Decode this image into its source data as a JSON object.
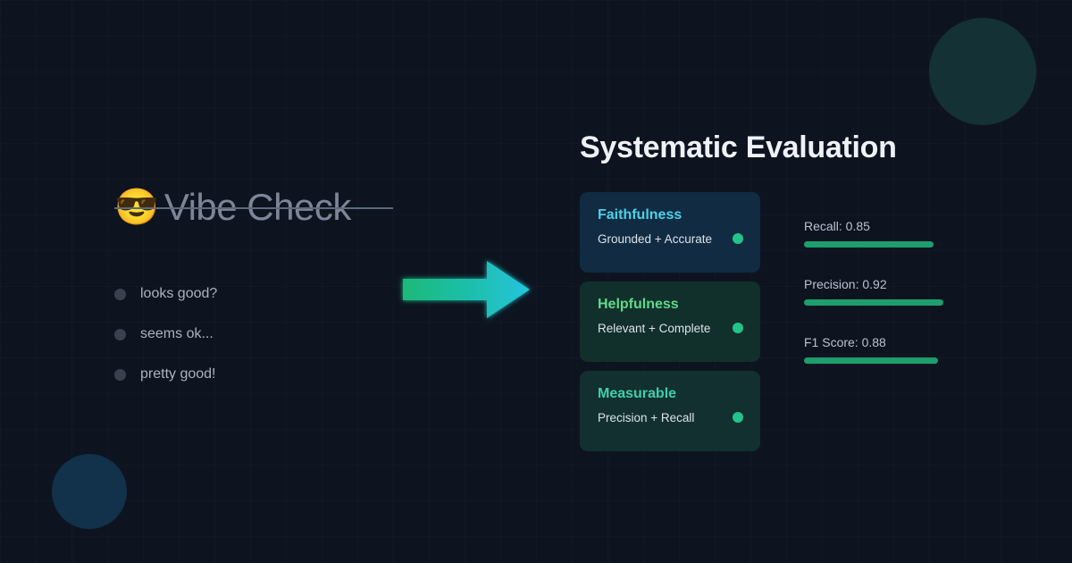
{
  "background": {
    "color": "#0d1420",
    "grid": true,
    "circles": [
      {
        "name": "circle-top-right",
        "color": "#143136"
      },
      {
        "name": "circle-bottom-left",
        "color": "#12314a"
      }
    ]
  },
  "left_panel": {
    "emoji": "smiling-face-with-sunglasses",
    "emoji_glyph": "😎",
    "heading": "Vibe Check",
    "struck_through": true,
    "items": [
      {
        "text": "looks good?"
      },
      {
        "text": "seems ok..."
      },
      {
        "text": "pretty good!"
      }
    ]
  },
  "arrow": {
    "name": "right-arrow-icon",
    "gradient_start": "#1bb978",
    "gradient_end": "#22c4dd"
  },
  "right_panel": {
    "title": "Systematic Evaluation",
    "cards": [
      {
        "title": "Faithfulness",
        "subtitle": "Grounded + Accurate",
        "title_color": "#4dd0e8",
        "bg_color": "#112c42",
        "dot_color": "#22c48a"
      },
      {
        "title": "Helpfulness",
        "subtitle": "Relevant + Complete",
        "title_color": "#5fd98a",
        "bg_color": "#12302b",
        "dot_color": "#22c48a"
      },
      {
        "title": "Measurable",
        "subtitle": "Precision + Recall",
        "title_color": "#3ecfae",
        "bg_color": "#12302f",
        "dot_color": "#22c48a"
      }
    ]
  },
  "chart_data": {
    "type": "bar",
    "title": "",
    "orientation": "horizontal",
    "categories": [
      "Recall",
      "Precision",
      "F1 Score"
    ],
    "values": [
      0.85,
      0.92,
      0.88
    ],
    "labels": [
      "Recall: 0.85",
      "Precision: 0.92",
      "F1 Score: 0.88"
    ],
    "xlim": [
      0,
      1
    ],
    "bar_color": "#1d9e6c",
    "grid": false,
    "legend": "none"
  }
}
